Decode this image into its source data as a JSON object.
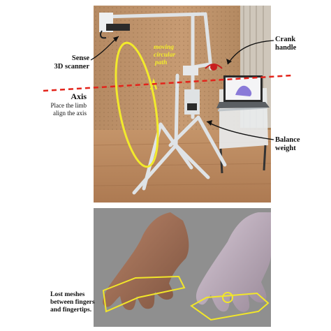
{
  "top_panel": {
    "annotations": {
      "sense_scanner": "Sense\n3D scanner",
      "axis_title": "Axis",
      "axis_desc": "Place the limb\nalign the axis",
      "moving_path": "moving\ncircular\npath",
      "crank_handle": "Crank\nhandle",
      "balance_weight": "Balance\nweight"
    },
    "colors": {
      "axis_line": "#e3241b",
      "path_ellipse": "#f2ea2c",
      "frame": "#dfe3e6"
    }
  },
  "bottom_panel": {
    "annotations": {
      "lost_meshes": "Lost meshes\nbetween fingers\nand fingertips."
    },
    "colors": {
      "background": "#8f8f8f",
      "outline": "#f2e629",
      "hand_left": "#9a6a52",
      "hand_right": "#b8a7b6"
    }
  }
}
